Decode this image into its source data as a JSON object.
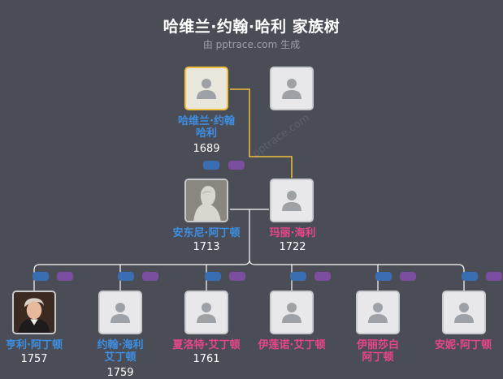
{
  "header": {
    "title": "哈维兰·约翰·哈利 家族树",
    "subtitle": "由 pptrace.com 生成",
    "watermark": "pptrace.com"
  },
  "colors": {
    "male": "#3d8fe4",
    "female": "#e8468a",
    "line": "#ffffff",
    "selected_line": "#f0c040",
    "background": "#4a4d55"
  },
  "people": {
    "root": {
      "name_line1": "哈维兰·约翰",
      "name_line2": "哈利",
      "year": "1689",
      "gender": "male",
      "icon": "person-silhouette-icon"
    },
    "root_spouse": {
      "icon": "person-silhouette-icon"
    },
    "anthony": {
      "name": "安东尼·阿丁顿",
      "year": "1713",
      "gender": "male",
      "icon": "portrait-photo"
    },
    "mary": {
      "name": "玛丽·海利",
      "year": "1722",
      "gender": "female",
      "icon": "person-silhouette-icon"
    },
    "children": [
      {
        "name_line1": "亨利·阿丁顿",
        "name_line2": "",
        "year": "1757",
        "gender": "male",
        "icon": "portrait-photo"
      },
      {
        "name_line1": "约翰·海利",
        "name_line2": "艾丁顿",
        "year": "1759",
        "gender": "male",
        "icon": "person-silhouette-icon"
      },
      {
        "name_line1": "夏洛特·艾丁顿",
        "name_line2": "",
        "year": "1761",
        "gender": "female",
        "icon": "person-silhouette-icon"
      },
      {
        "name_line1": "伊莲诺·艾丁顿",
        "name_line2": "",
        "year": "",
        "gender": "female",
        "icon": "person-silhouette-icon"
      },
      {
        "name_line1": "伊丽莎白",
        "name_line2": "阿丁顿",
        "year": "",
        "gender": "female",
        "icon": "person-silhouette-icon"
      },
      {
        "name_line1": "安妮·阿丁顿",
        "name_line2": "",
        "year": "",
        "gender": "female",
        "icon": "person-silhouette-icon"
      }
    ]
  }
}
